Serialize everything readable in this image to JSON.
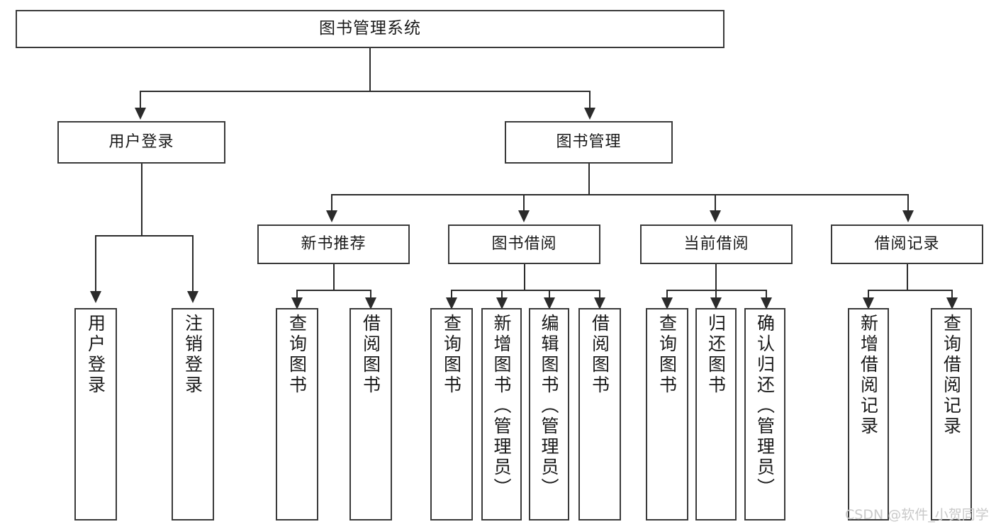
{
  "diagram": {
    "type": "tree",
    "title": "图书管理系统",
    "root": {
      "label": "图书管理系统"
    },
    "level2": [
      {
        "label": "用户登录"
      },
      {
        "label": "图书管理"
      }
    ],
    "level3": [
      {
        "label": "新书推荐"
      },
      {
        "label": "图书借阅"
      },
      {
        "label": "当前借阅"
      },
      {
        "label": "借阅记录"
      }
    ],
    "leaves": {
      "user_login": [
        {
          "label": "用户登录"
        },
        {
          "label": "注销登录"
        }
      ],
      "new_book_recommend": [
        {
          "label": "查询图书"
        },
        {
          "label": "借阅图书"
        }
      ],
      "book_borrow": [
        {
          "label": "查询图书"
        },
        {
          "label": "新增图书（管理员）"
        },
        {
          "label": "编辑图书（管理员）"
        },
        {
          "label": "借阅图书"
        }
      ],
      "current_borrow": [
        {
          "label": "查询图书"
        },
        {
          "label": "归还图书"
        },
        {
          "label": "确认归还（管理员）"
        }
      ],
      "borrow_record": [
        {
          "label": "新增借阅记录"
        },
        {
          "label": "查询借阅记录"
        }
      ]
    }
  },
  "watermark": {
    "text": "CSDN @软件_小贺同学"
  },
  "colors": {
    "box_border": "#3a3a3a",
    "connector": "#2b2b2b",
    "text": "#1a1a1a",
    "background": "#ffffff",
    "watermark": "#c9c9c9"
  }
}
